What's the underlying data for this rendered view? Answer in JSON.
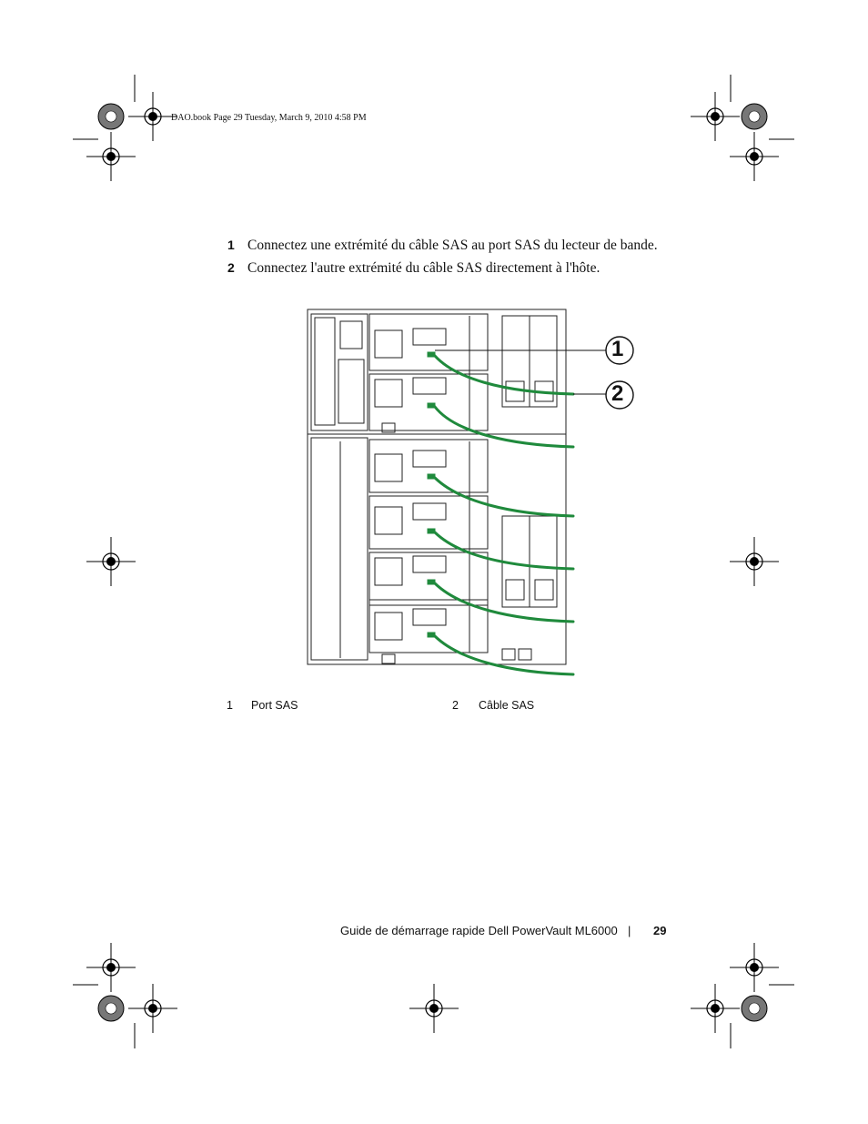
{
  "slug": "DAO.book  Page 29  Tuesday, March 9, 2010  4:58 PM",
  "steps": [
    {
      "number": "1",
      "text": "Connectez une extrémité du câble SAS au port SAS du lecteur de bande."
    },
    {
      "number": "2",
      "text": "Connectez l'autre extrémité du câble SAS directement à l'hôte."
    }
  ],
  "figure": {
    "callouts": [
      "1",
      "2"
    ],
    "cable_color": "#1f8a3c"
  },
  "legend": [
    {
      "number": "1",
      "label": "Port SAS"
    },
    {
      "number": "2",
      "label": "Câble SAS"
    }
  ],
  "footer": {
    "title": "Guide de démarrage rapide Dell PowerVault ML6000",
    "separator": "|",
    "page": "29"
  }
}
